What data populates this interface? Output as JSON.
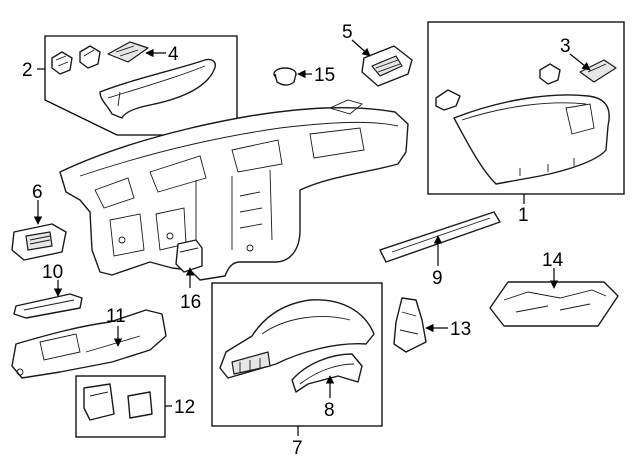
{
  "colors": {
    "line": "#1a1a1a",
    "background": "#ffffff",
    "shade": "#e6e6e6"
  },
  "callouts": [
    "1",
    "2",
    "3",
    "4",
    "5",
    "6",
    "7",
    "8",
    "9",
    "10",
    "11",
    "12",
    "13",
    "14",
    "15",
    "16"
  ]
}
